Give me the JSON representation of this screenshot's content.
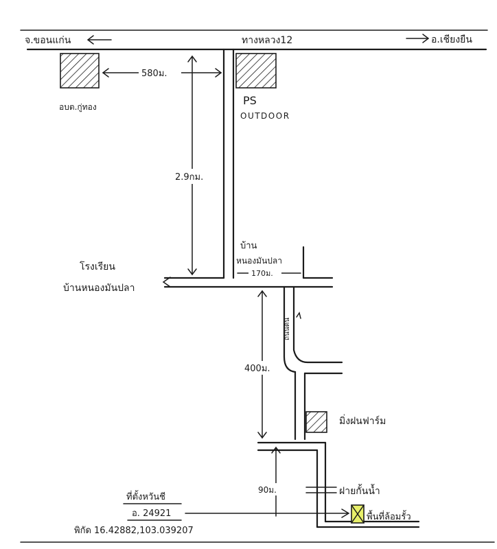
{
  "map": {
    "top_left_destination": "จ.ขอนแก่น",
    "highway": "ทางหลวง12",
    "top_right_destination": "อ.เชียงยืน",
    "left_building_label": "อบต.กู่ทอง",
    "shop_name_line1": "PS",
    "shop_name_line2": "OUTDOOR",
    "distance_top": "580ม.",
    "distance_vertical_main": "2.9กม.",
    "village_label": "บ้าน",
    "village_name": "หนองมันปลา",
    "distance_village": "170ม.",
    "school_label_line1": "โรงเรียน",
    "school_label_line2": "บ้านหนองมันปลา",
    "side_road_label": "ถนนดิน",
    "distance_mid": "400ม.",
    "farm_label": "มิ่งฝนฟาร์ม",
    "distance_lower": "90ม.",
    "weir_label": "ฝายกั้นน้ำ",
    "place_header": "ที่ตั้งหวันชี",
    "place_code": "อ. 24921",
    "coordinates": "พิกัด 16.42882,103.039207",
    "destination_label": "พื้นที่ล้อมรั้ว",
    "colors": {
      "ink": "#1a1a1a",
      "highlight": "#e8f06a",
      "hatch_fill": "#ffffff"
    }
  }
}
